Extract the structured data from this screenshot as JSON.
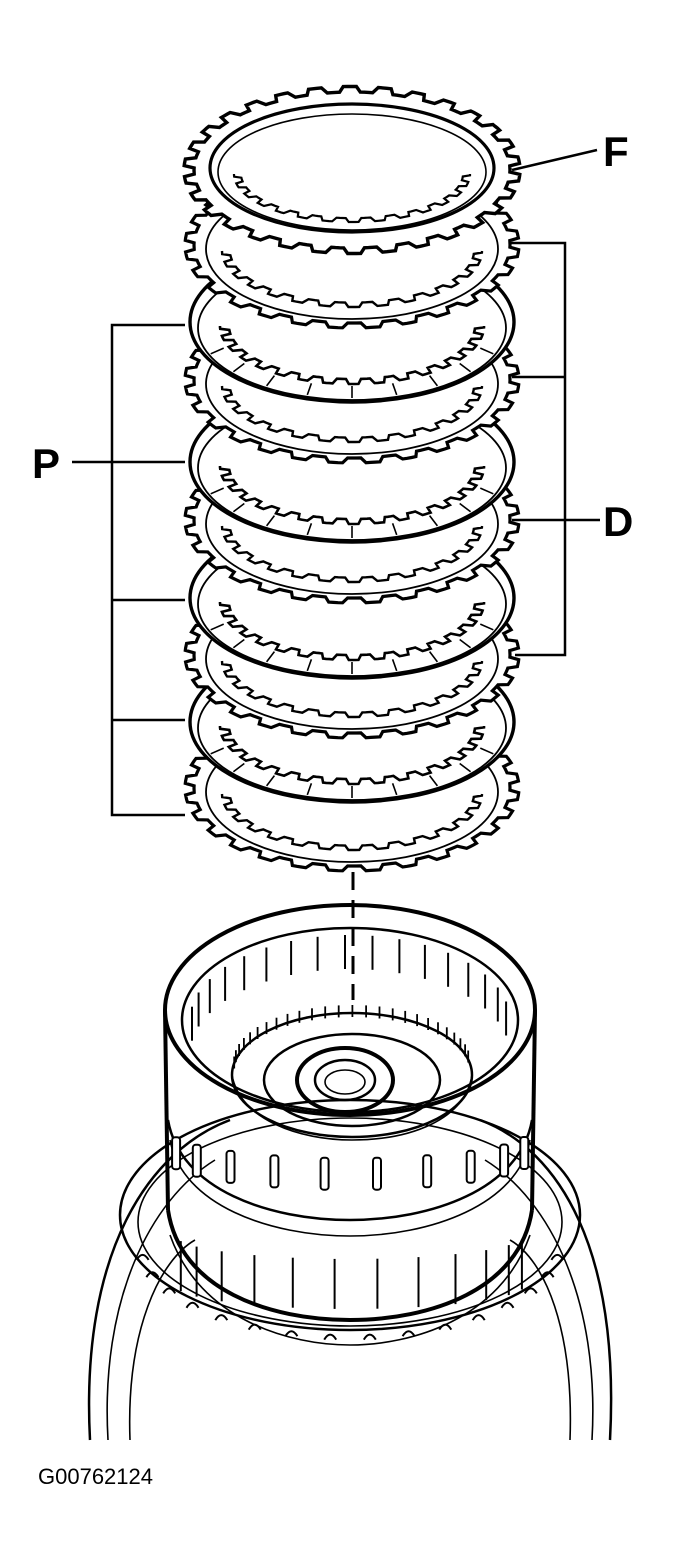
{
  "labels": {
    "friction_top": "F",
    "plates": "P",
    "discs": "D"
  },
  "figure_code": "G00762124",
  "colors": {
    "line": "#000000",
    "background": "#ffffff"
  }
}
